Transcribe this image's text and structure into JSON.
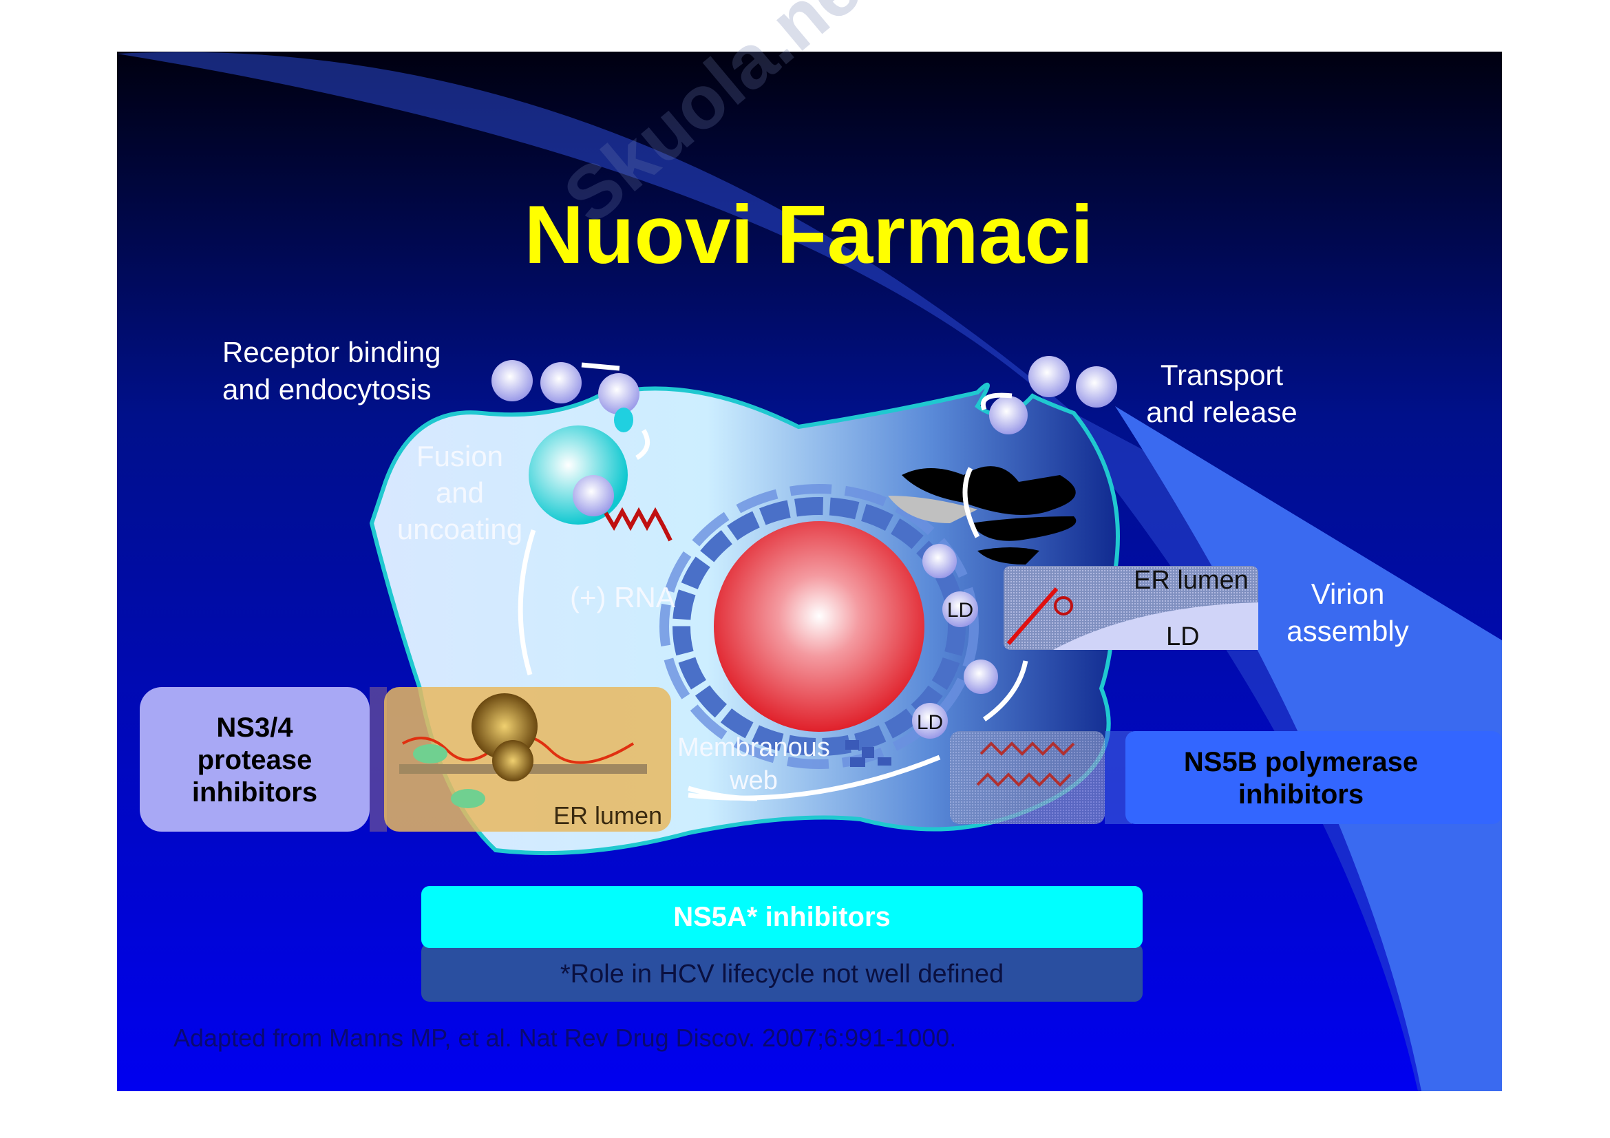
{
  "title": "Nuovi Farmaci",
  "watermark": "Skuola.net",
  "labels": {
    "receptor_1": "Receptor binding",
    "receptor_2": "and endocytosis",
    "fusion_1": "Fusion",
    "fusion_2": "and",
    "fusion_3": "uncoating",
    "rna": "(+) RNA",
    "transport_1": "Transport",
    "transport_2": "and release",
    "virion_1": "Virion",
    "virion_2": "assembly",
    "er_lumen_right": "ER lumen",
    "ld_box": "LD",
    "ld_1": "LD",
    "ld_2": "LD",
    "membranous_1": "Membranous",
    "membranous_2": "web",
    "er_lumen_left": "ER lumen"
  },
  "boxes": {
    "ns34_1": "NS3/4",
    "ns34_2": "protease",
    "ns34_3": "inhibitors",
    "ns5b_1": "NS5B polymerase",
    "ns5b_2": "inhibitors",
    "ns5a": "NS5A* inhibitors",
    "ns5a_note": "*Role in HCV lifecycle not well defined"
  },
  "citation": "Adapted from Manns MP, et al. Nat Rev Drug Discov. 2007;6:991-1000.",
  "colors": {
    "title": "#ffff00",
    "ns34": "#a8a8f5",
    "ns5b": "#3366ff",
    "ns5a": "#00ffff",
    "nucleus": "#e8303a"
  }
}
